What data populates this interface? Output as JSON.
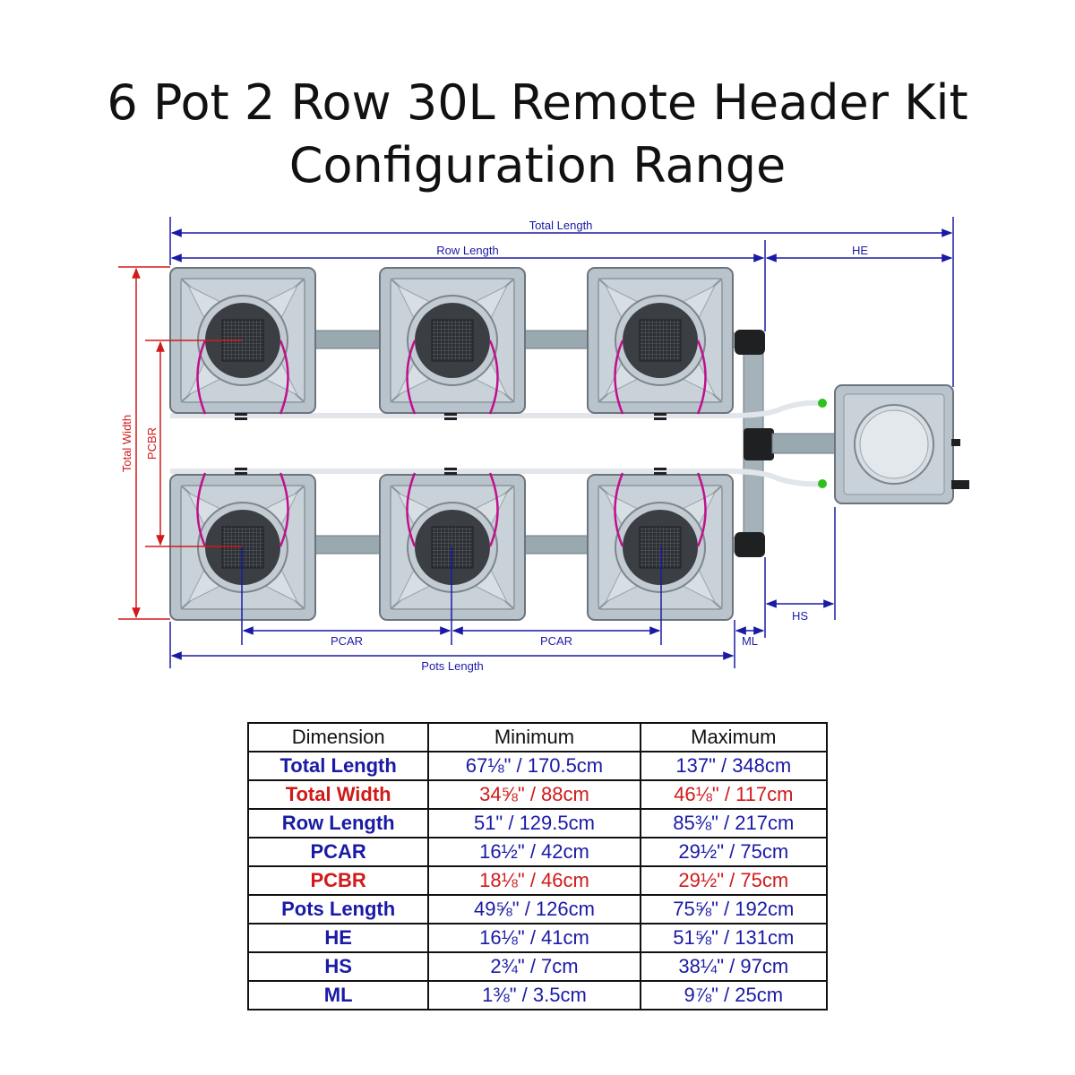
{
  "title": {
    "line1": "6 Pot 2 Row 30L Remote Header Kit",
    "line2": "Configuration Range"
  },
  "diagram": {
    "labels": {
      "total_length": "Total Length",
      "row_length": "Row Length",
      "he": "HE",
      "total_width": "Total Width",
      "pcbr": "PCBR",
      "pcar_1": "PCAR",
      "pcar_2": "PCAR",
      "ml": "ML",
      "hs": "HS",
      "pots_length": "Pots Length"
    },
    "colors": {
      "dimension_blue": "#1a1aa6",
      "dimension_red": "#d11a1a",
      "pot_body": "#bcc6cf",
      "pipe": "#9aa8b0",
      "tube_magenta": "#c0108c",
      "fitting_green": "#2ec01c"
    }
  },
  "table": {
    "headers": [
      "Dimension",
      "Minimum",
      "Maximum"
    ],
    "rows": [
      {
        "name": "Total Length",
        "min": "67⅛\" / 170.5cm",
        "max": "137\" / 348cm",
        "color": "#1a1aa6"
      },
      {
        "name": "Total Width",
        "min": "34⅝\" / 88cm",
        "max": "46⅛\" / 117cm",
        "color": "#d11a1a"
      },
      {
        "name": "Row Length",
        "min": "51\" / 129.5cm",
        "max": "85⅜\" / 217cm",
        "color": "#1a1aa6"
      },
      {
        "name": "PCAR",
        "min": "16½\" / 42cm",
        "max": "29½\" / 75cm",
        "color": "#1a1aa6"
      },
      {
        "name": "PCBR",
        "min": "18⅛\" / 46cm",
        "max": "29½\" / 75cm",
        "color": "#d11a1a"
      },
      {
        "name": "Pots Length",
        "min": "49⅝\" / 126cm",
        "max": "75⅝\" / 192cm",
        "color": "#1a1aa6"
      },
      {
        "name": "HE",
        "min": "16⅛\" / 41cm",
        "max": "51⅝\" / 131cm",
        "color": "#1a1aa6"
      },
      {
        "name": "HS",
        "min": "2¾\" / 7cm",
        "max": "38¼\" / 97cm",
        "color": "#1a1aa6"
      },
      {
        "name": "ML",
        "min": "1⅜\" / 3.5cm",
        "max": "9⅞\" / 25cm",
        "color": "#1a1aa6"
      }
    ]
  }
}
